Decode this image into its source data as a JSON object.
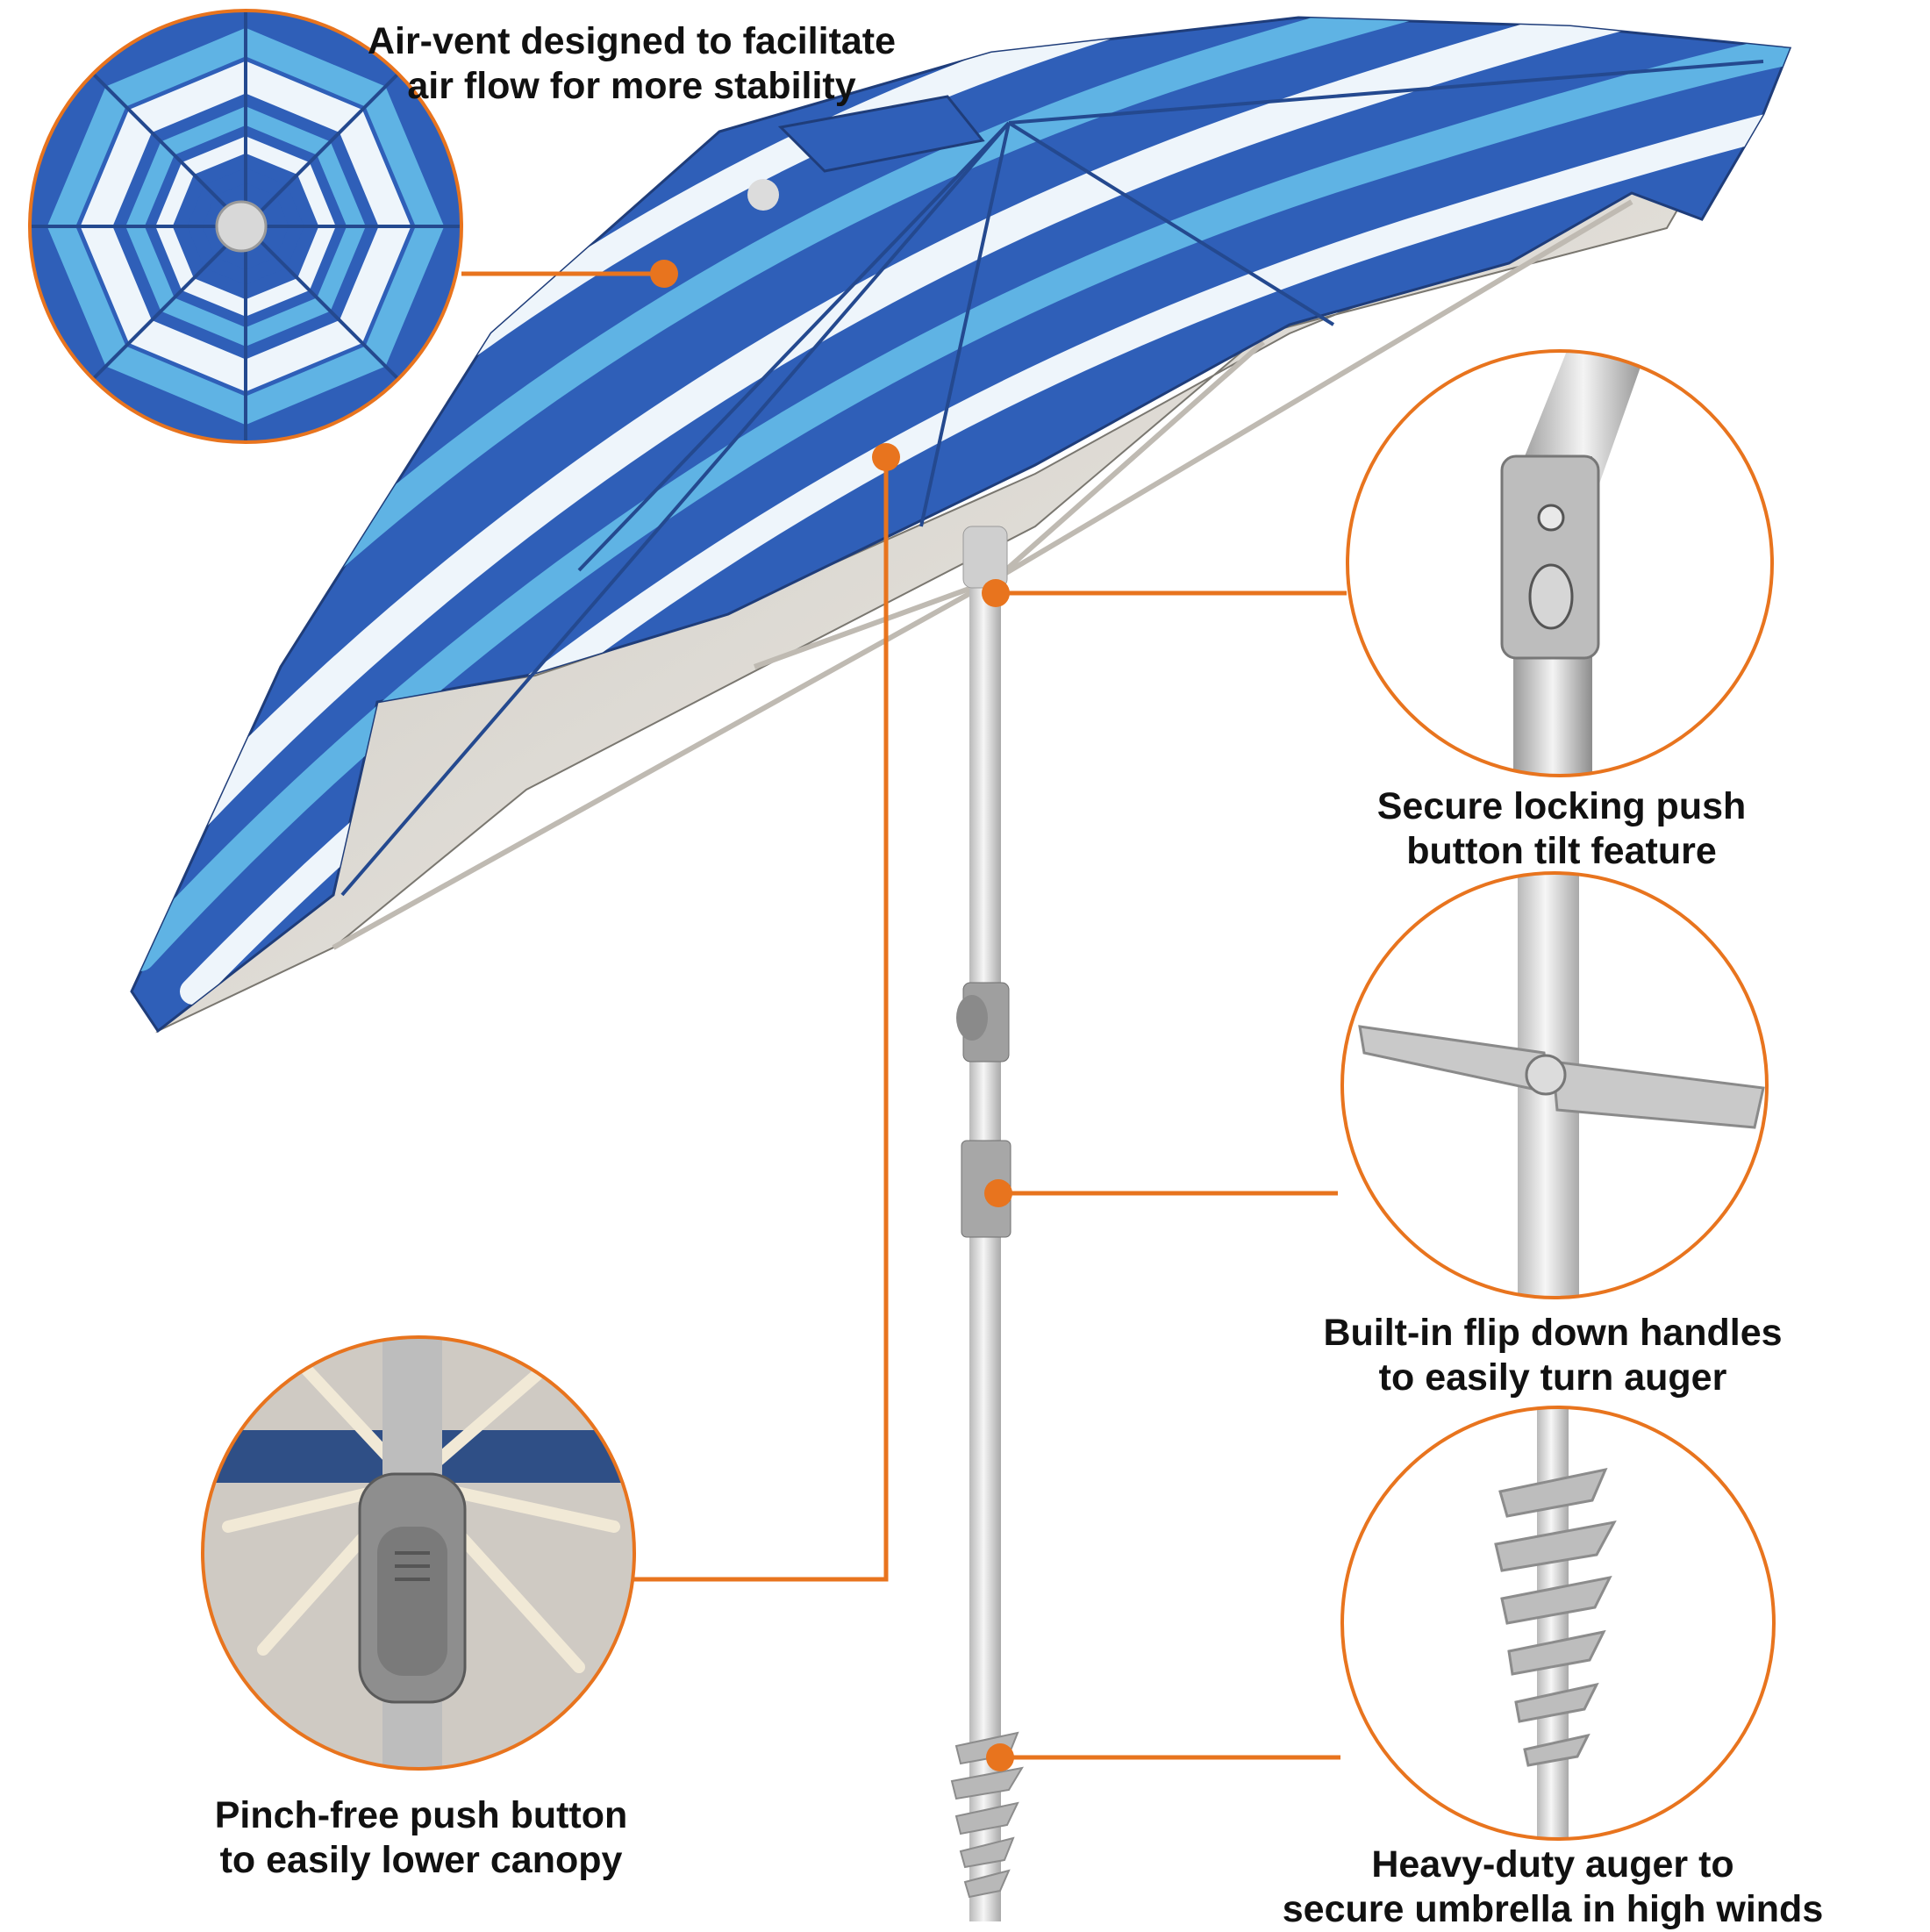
{
  "callouts": {
    "air_vent": {
      "line1": "Air-vent designed to facilitate",
      "line2": "air flow for more stability"
    },
    "tilt": {
      "line1": "Secure locking push",
      "line2": "button tilt feature"
    },
    "handles": {
      "line1": "Built-in flip down handles",
      "line2": "to easily turn auger"
    },
    "push_button": {
      "line1": "Pinch-free push button",
      "line2": "to easily lower canopy"
    },
    "auger": {
      "line1": "Heavy-duty auger to",
      "line2": "secure umbrella in high winds"
    }
  },
  "colors": {
    "accent_orange": "#e8741e",
    "canopy_dark_blue": "#2f5fb8",
    "canopy_light_blue": "#5fb3e4",
    "canopy_white": "#eef5fb",
    "underside_silver": "#d8d4cd",
    "pole_silver": "#e6e6e6"
  }
}
